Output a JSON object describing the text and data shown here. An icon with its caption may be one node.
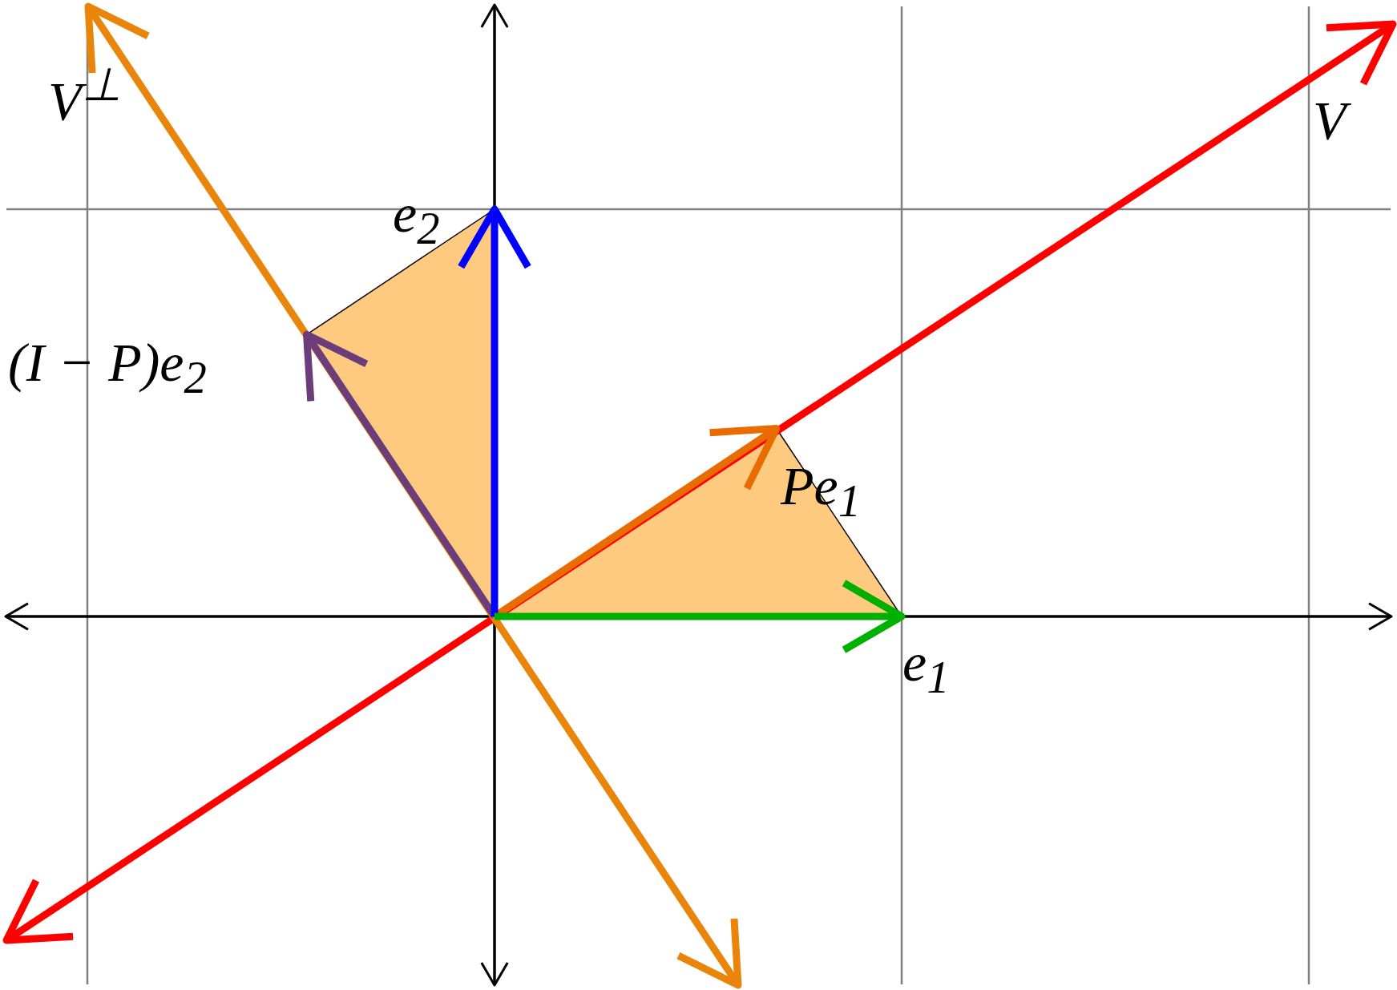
{
  "diagram": {
    "labels": [
      "V$^{⊥}$",
      "V",
      "e$_{2}$",
      "(I − P)e$_{2}$",
      "Pe$_{1}$",
      "e$_{1}$"
    ]
  }
}
